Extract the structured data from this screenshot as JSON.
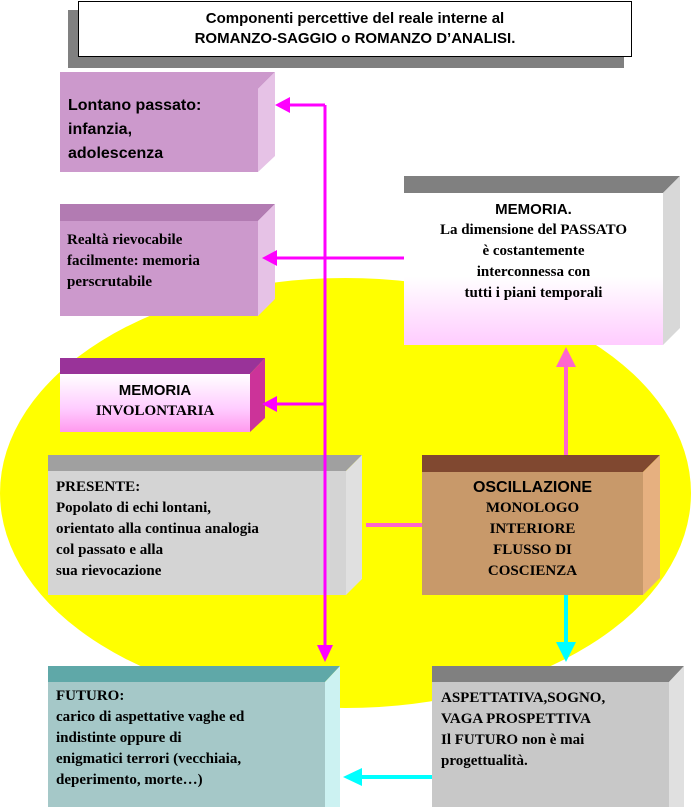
{
  "title": {
    "line1": "Componenti percettive del reale interne al",
    "line2": "ROMANZO-SAGGIO o ROMANZO D’ANALISI."
  },
  "boxes": {
    "lontano": {
      "line1": "Lontano passato:",
      "line2": "infanzia,",
      "line3": "adolescenza"
    },
    "realta": {
      "line1": "Realtà rievocabile",
      "line2": "facilmente: memoria",
      "line3": "perscrutabile"
    },
    "involontaria": {
      "line1": "MEMORIA",
      "line2": "INVOLONTARIA"
    },
    "memoria": {
      "line1": "MEMORIA.",
      "line2": "La dimensione del PASSATO",
      "line3": "è costantemente",
      "line4": "interconnessa con",
      "line5": "tutti i piani temporali"
    },
    "presente": {
      "line1": "PRESENTE:",
      "line2": "Popolato di echi lontani,",
      "line3": "orientato alla continua analogia",
      "line4": "col passato e alla",
      "line5": "sua rievocazione"
    },
    "oscillazione": {
      "line1": "OSCILLAZIONE",
      "line2": "MONOLOGO",
      "line3": "INTERIORE",
      "line4": "FLUSSO DI",
      "line5": "COSCIENZA"
    },
    "futuro": {
      "line1": "FUTURO:",
      "line2": "carico di aspettative vaghe ed",
      "line3": "indistinte oppure di",
      "line4": "enigmatici terrori (vecchiaia,",
      "line5": "deperimento, morte…)"
    },
    "aspettativa": {
      "line1": "ASPETTATIVA,SOGNO,",
      "line2": "VAGA PROSPETTIVA",
      "line3": "Il FUTURO non è mai",
      "line4": "progettualità."
    }
  },
  "colors": {
    "ellipse": "#ffff00",
    "magenta_arrow": "#ff00ff",
    "pink_arrow": "#ff66cc",
    "cyan_arrow": "#00ffff"
  }
}
